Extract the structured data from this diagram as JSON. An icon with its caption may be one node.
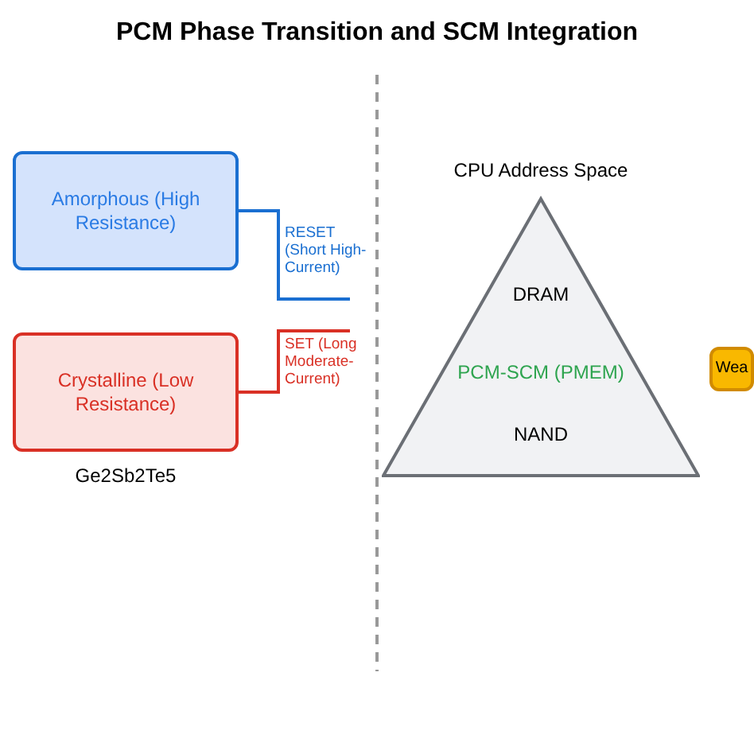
{
  "diagram": {
    "title": "PCM Phase Transition and SCM Integration",
    "nodes": [
      {
        "text": [
          "Amorphous (High Resistance)"
        ]
      },
      {
        "text": [
          "Crystalline (Low Resistance)"
        ]
      },
      {
        "text": [
          "CPU Address Space",
          "DRAM",
          "PCM-SCM (PMEM)",
          "NAND"
        ]
      },
      {
        "text": [
          "Wea"
        ]
      }
    ],
    "edges": [
      {
        "from": 0,
        "to": null,
        "arrow": "none",
        "label": "RESET (Short High-Current)",
        "color": "#1a6fd1"
      },
      {
        "from": 1,
        "to": null,
        "arrow": "none",
        "label": "SET (Long Moderate-Current)",
        "color": "#d93025"
      }
    ],
    "labels": [
      "Ge2Sb2Te5"
    ]
  }
}
